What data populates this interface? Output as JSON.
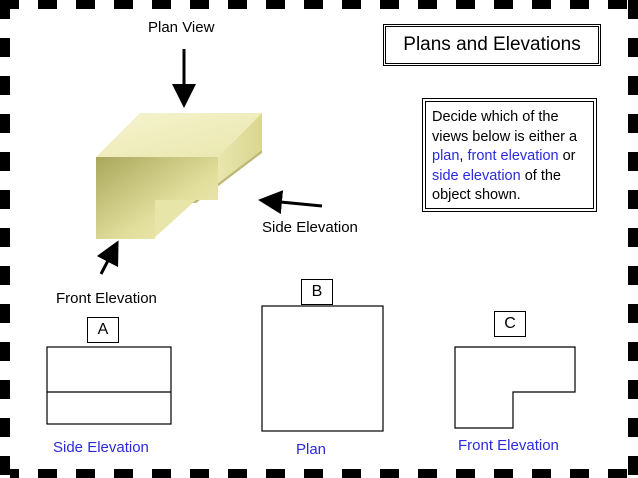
{
  "title": "Plans and Elevations",
  "instructions": {
    "part1": "Decide which of the views below is either a ",
    "plan": "plan",
    "comma": ", ",
    "front_elevation": "front elevation",
    "or": " or ",
    "side_elevation": "side elevation",
    "part2": " of the object shown."
  },
  "labels": {
    "plan_view": "Plan View",
    "side_elevation": "Side Elevation",
    "front_elevation": "Front Elevation"
  },
  "views": [
    {
      "letter": "A",
      "answer": "Side Elevation"
    },
    {
      "letter": "B",
      "answer": "Plan"
    },
    {
      "letter": "C",
      "answer": "Front Elevation"
    }
  ],
  "colors": {
    "answer_text": "#2b2bdb",
    "object_top": "#f3f0c2",
    "object_right": "#e2df9c",
    "object_front": "#c9c67b",
    "border_dark": "#000000",
    "border_light": "#ffffff"
  }
}
